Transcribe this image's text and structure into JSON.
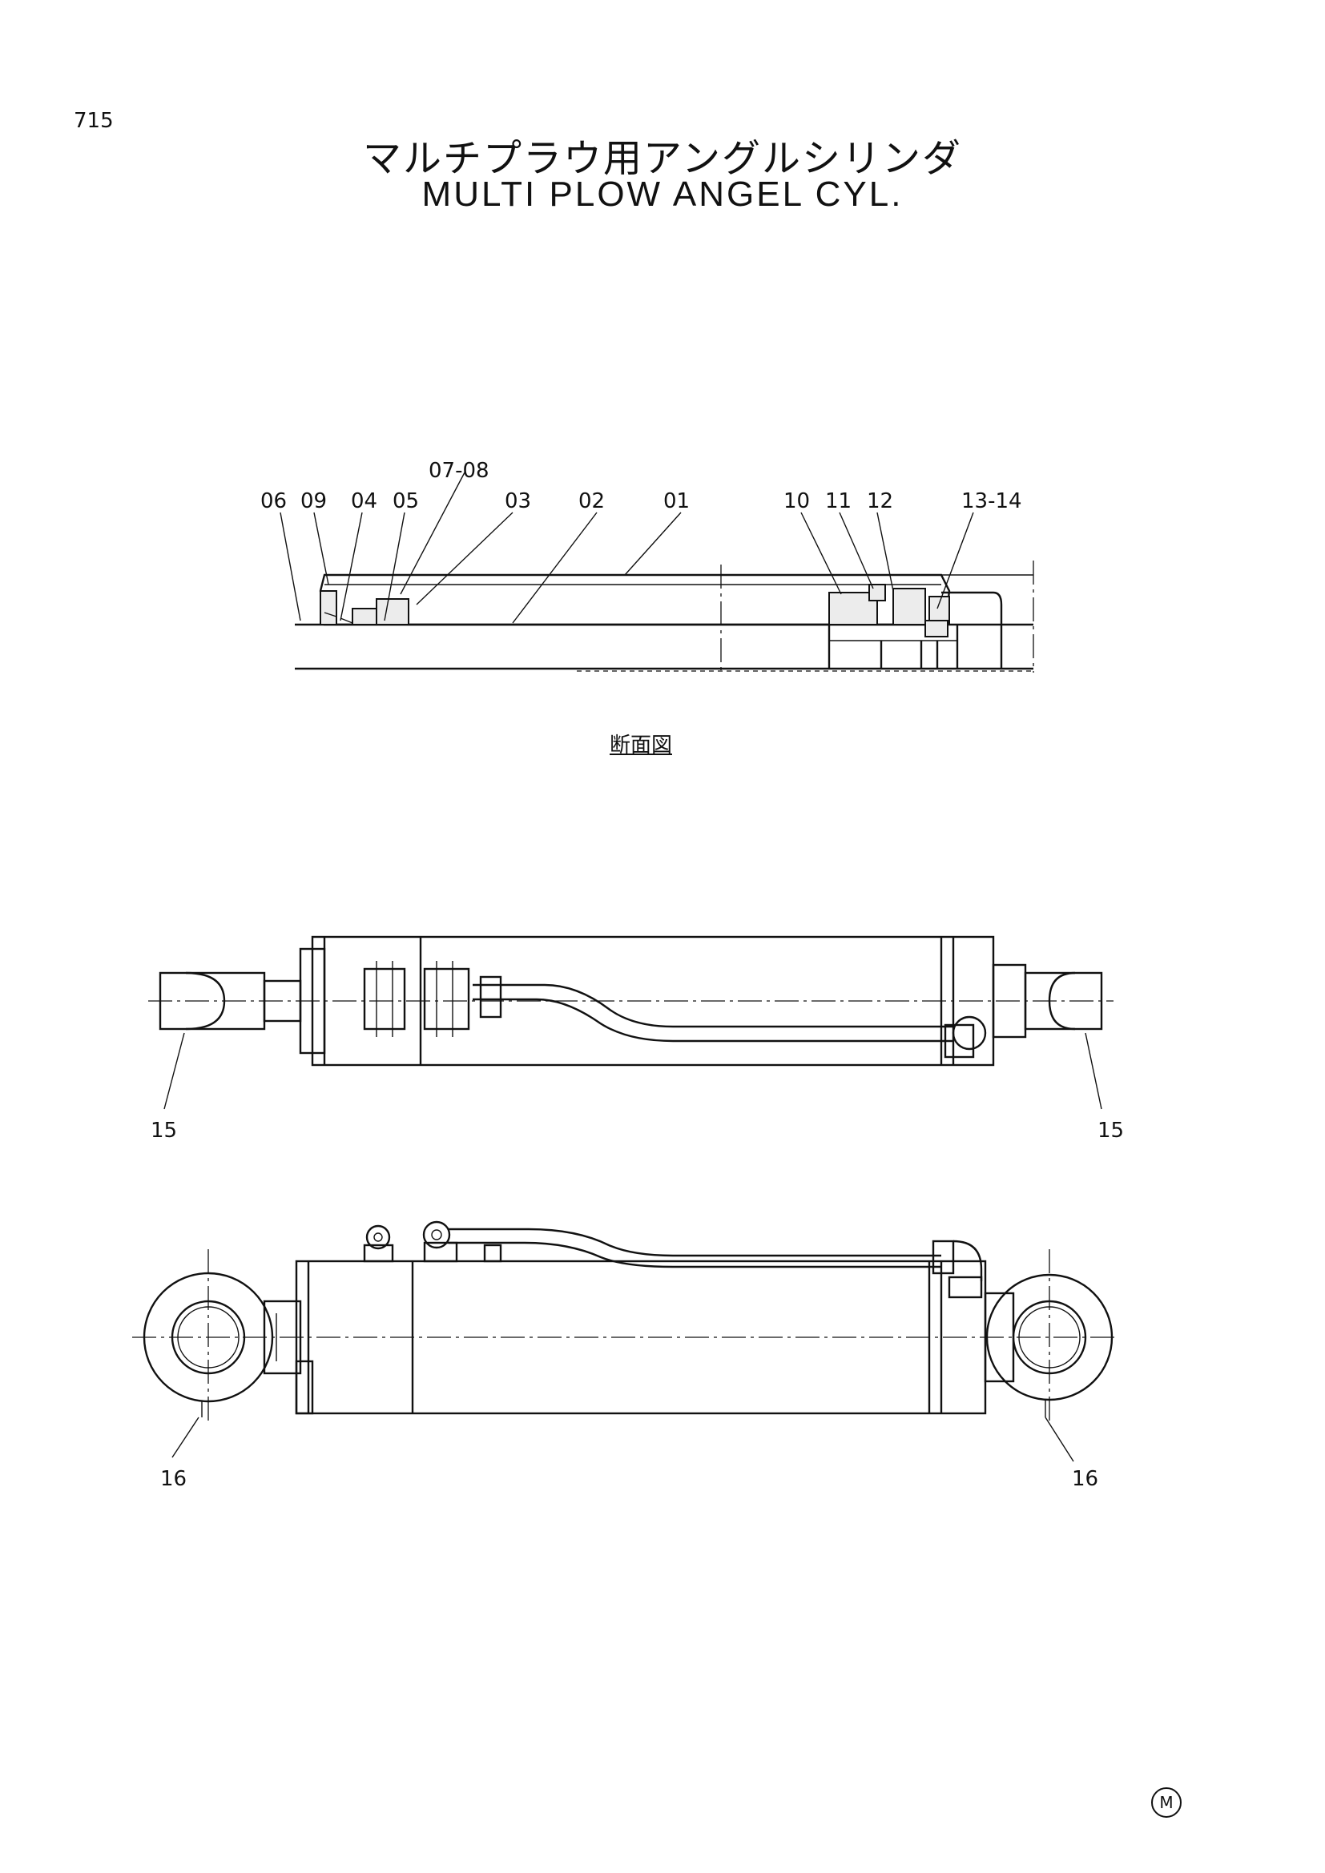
{
  "page_number": "715",
  "title_jp": "マルチプラウ用アングルシリンダ",
  "title_en": "MULTI PLOW ANGEL CYL.",
  "section_caption": "断面図",
  "footer_mark": "M",
  "callouts": {
    "p06": "06",
    "p09": "09",
    "p04": "04",
    "p05": "05",
    "p0708": "07-08",
    "p03": "03",
    "p02": "02",
    "p01": "01",
    "p10": "10",
    "p11": "11",
    "p12": "12",
    "p1314": "13-14",
    "p15_left": "15",
    "p15_right": "15",
    "p16_left": "16",
    "p16_right": "16"
  }
}
